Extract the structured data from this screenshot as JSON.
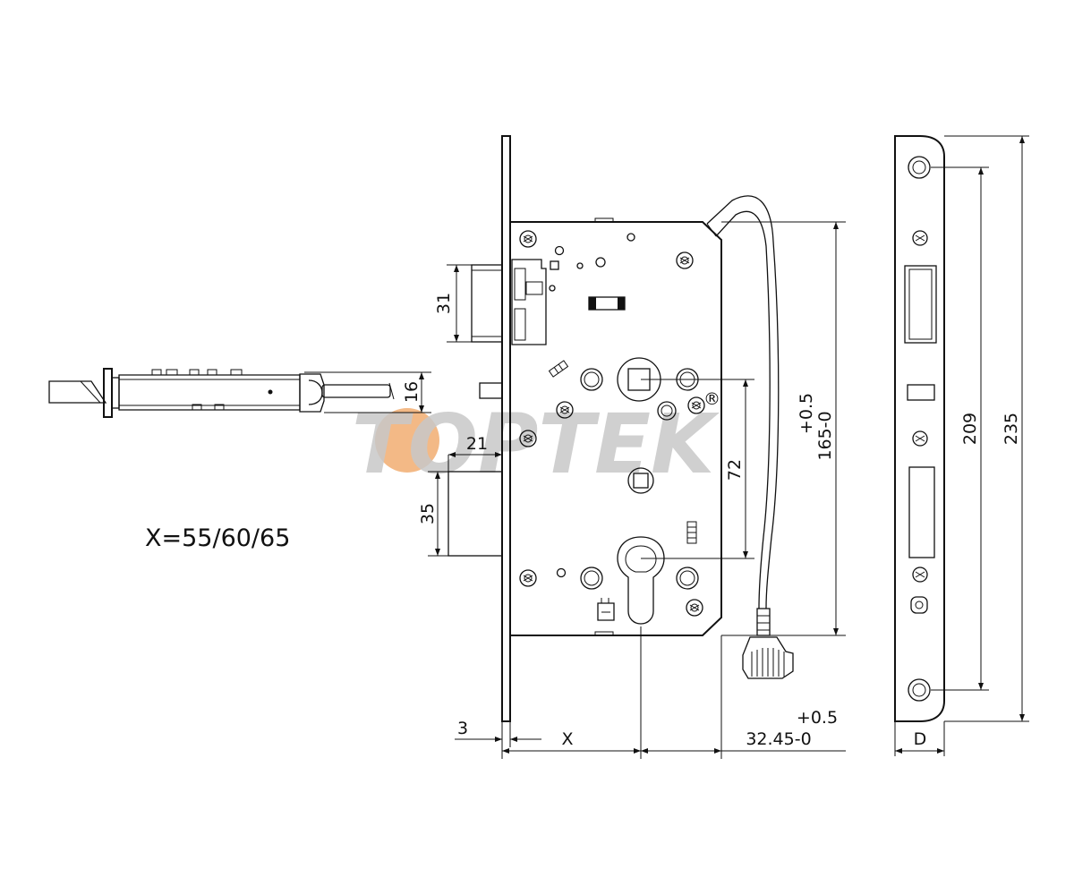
{
  "watermark": {
    "text_start": "TO",
    "text_rest": "PTEK",
    "mark": "®",
    "accent_color": "#f0a868"
  },
  "formula": "X=55/60/65",
  "dimensions": {
    "bolt_height": "31",
    "latch_height": "16",
    "deadbolt_throw": "21",
    "deadbolt_height": "35",
    "center_distance": "72",
    "body_height_tol": "+0.5",
    "body_height": "165-0",
    "faceplate_thickness": "3",
    "backset": "X",
    "body_depth_tol": "+0.5",
    "body_depth": "32.45-0",
    "faceplate_width": "D",
    "screw_spacing": "209",
    "faceplate_length": "235"
  }
}
